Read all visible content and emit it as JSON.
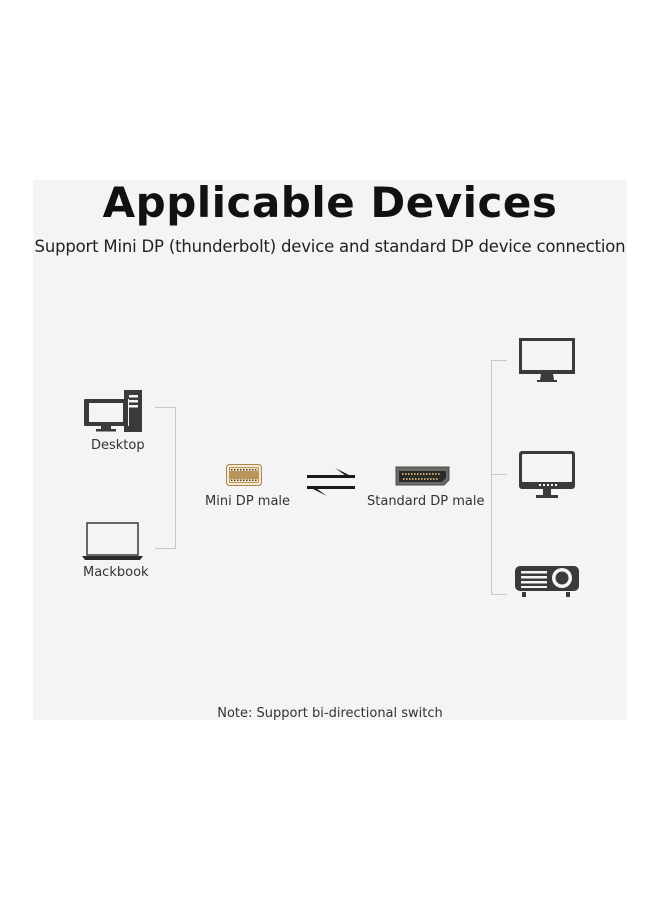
{
  "header": {
    "title": "Applicable Devices",
    "subtitle": "Support Mini DP (thunderbolt) device and standard DP device connection"
  },
  "source_devices": [
    {
      "label": "Desktop",
      "icon": "desktop-icon"
    },
    {
      "label": "Mackbook",
      "icon": "laptop-icon"
    }
  ],
  "connectors": {
    "left": {
      "label": "Mini DP male",
      "icon": "mini-dp-connector-icon"
    },
    "arrows": {
      "icon": "bidirectional-arrows-icon"
    },
    "right": {
      "label": "Standard DP male",
      "icon": "standard-dp-connector-icon"
    }
  },
  "target_devices": [
    {
      "icon": "monitor-icon"
    },
    {
      "icon": "tv-icon"
    },
    {
      "icon": "projector-icon"
    }
  ],
  "footer": {
    "note": "Note: Support bi-directional switch"
  },
  "colors": {
    "panel_bg": "#f4f4f4",
    "icon_dark": "#3a3a3a",
    "line": "#c8c8c8",
    "connector_gold": "#b8955a"
  }
}
